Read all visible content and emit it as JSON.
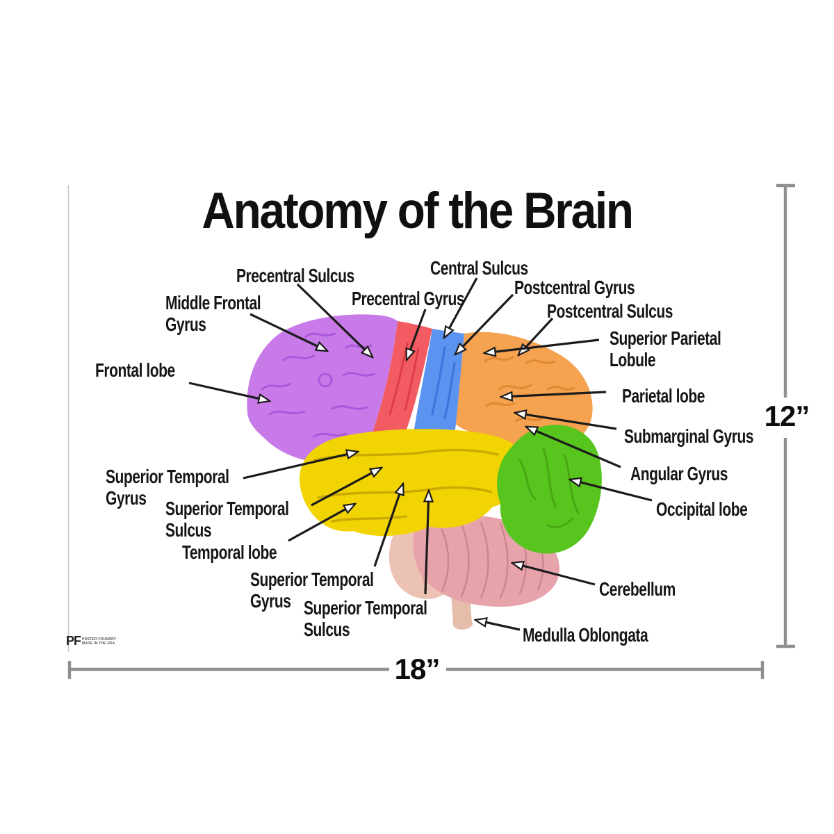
{
  "poster": {
    "title": "Anatomy of the Brain",
    "labels": [
      {
        "name": "precentral-sulcus",
        "lines": [
          "Precentral Sulcus"
        ]
      },
      {
        "name": "central-sulcus",
        "lines": [
          "Central Sulcus"
        ]
      },
      {
        "name": "middle-frontal-gyrus",
        "lines": [
          "Middle Frontal",
          "Gyrus"
        ]
      },
      {
        "name": "precentral-gyrus",
        "lines": [
          "Precentral Gyrus"
        ]
      },
      {
        "name": "postcentral-gyrus",
        "lines": [
          "Postcentral Gyrus"
        ]
      },
      {
        "name": "postcentral-sulcus",
        "lines": [
          "Postcentral Sulcus"
        ]
      },
      {
        "name": "superior-parietal-lobule",
        "lines": [
          "Superior Parietal",
          "Lobule"
        ]
      },
      {
        "name": "frontal-lobe",
        "lines": [
          "Frontal lobe"
        ]
      },
      {
        "name": "parietal-lobe",
        "lines": [
          "Parietal lobe"
        ]
      },
      {
        "name": "submarginal-gyrus",
        "lines": [
          "Submarginal Gyrus"
        ]
      },
      {
        "name": "angular-gyrus",
        "lines": [
          "Angular Gyrus"
        ]
      },
      {
        "name": "occipital-lobe",
        "lines": [
          "Occipital lobe"
        ]
      },
      {
        "name": "superior-temporal-gyrus-upper",
        "lines": [
          "Superior Temporal",
          "Gyrus"
        ]
      },
      {
        "name": "superior-temporal-sulcus-upper",
        "lines": [
          "Superior Temporal",
          "Sulcus"
        ]
      },
      {
        "name": "temporal-lobe",
        "lines": [
          "Temporal lobe"
        ]
      },
      {
        "name": "superior-temporal-gyrus-lower",
        "lines": [
          "Superior Temporal",
          "Gyrus"
        ]
      },
      {
        "name": "superior-temporal-sulcus-lower",
        "lines": [
          "Superior Temporal",
          "Sulcus"
        ]
      },
      {
        "name": "cerebellum",
        "lines": [
          "Cerebellum"
        ]
      },
      {
        "name": "medulla-oblongata",
        "lines": [
          "Medulla Oblongata"
        ]
      }
    ],
    "logo": {
      "initials": "PF",
      "line1": "POSTER FOUNDRY",
      "line2": "MADE IN THE USA"
    }
  },
  "measurements": {
    "width": "18”",
    "height": "12”"
  },
  "colors": {
    "frontal_lobe": "#c87ae8",
    "precentral_gyrus": "#f25b62",
    "central_strip": "#5b93f0",
    "parietal_lobe": "#f5a251",
    "temporal_lobe": "#f2d402",
    "occipital_lobe": "#58c51e",
    "cerebellum": "#e7a3aa",
    "brainstem": "#ecc2b4",
    "medulla": "#e6bcab",
    "arrow": "#1b1b1b",
    "dimension_line": "#8f8f8f"
  }
}
